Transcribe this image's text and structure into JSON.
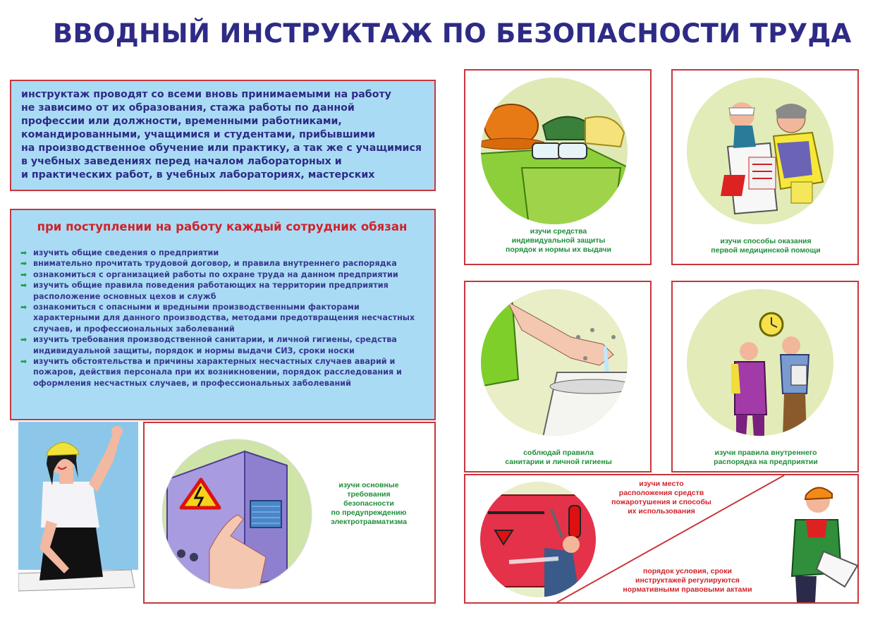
{
  "title": "ВВОДНЫЙ ИНСТРУКТАЖ ПО БЕЗОПАСНОСТИ ТРУДА",
  "intro_lines": [
    "инструктаж проводят со всеми вновь принимаемыми на работу",
    "не зависимо от их образования, стажа работы по данной",
    "профессии или должности, временными работниками,",
    "командированными, учащимися и студентами, прибывшими",
    "на производственное обучение или практику, а так же с учащимися",
    "в учебных заведениях перед началом лабораторных и",
    "и практических работ, в учебных лабораториях, мастерских"
  ],
  "duties": {
    "heading": "при поступлении на работу каждый сотрудник обязан",
    "bullet_icon": "green-arrow-icon",
    "items": [
      "изучить общие сведения о предприятии",
      "внимательно прочитать трудовой договор, и правила внутреннего распорядка",
      "ознакомиться с организацией работы по охране труда на данном предприятии",
      "изучить общие правила поведения работающих на территории предприятия расположение основных цехов и служб",
      "ознакомиться с опасными и вредными производственными факторами характерными для данного производства, методами предотвращения несчастных случаев, и профессиональных заболеваний",
      "изучить требования производственной санитарии,  и личной гигиены, средства индивидуальной защиты, порядок и нормы выдачи СИЗ, сроки носки",
      "изучить обстоятельства и причины характерных несчастных случаев аварий и пожаров, действия персонала при их возникновении, порядок расследования и оформления несчастных случаев, и профессиональных заболеваний"
    ]
  },
  "captions": {
    "ppe": [
      "изучи средства",
      "индивидуальной защиты",
      "порядок и нормы их выдачи"
    ],
    "first_aid": [
      "изучи способы оказания",
      "первой медицинской помощи"
    ],
    "electric": [
      "изучи основные",
      "требования",
      "безопасности",
      "по предупреждению",
      "электротравматизма"
    ],
    "hygiene": [
      "соблюдай правила",
      "санитарии и личной гигиены"
    ],
    "rules": [
      "изучи правила внутреннего",
      "распорядка на предприятии"
    ],
    "fire": [
      "изучи место",
      "расположения средств",
      "пожаротушения и способы",
      "их использования"
    ],
    "order": [
      "порядок условия, сроки",
      "инструктажей регулируются",
      "нормативными правовыми актами"
    ]
  },
  "colors": {
    "title": "#2e2b86",
    "border": "#c8363c",
    "panel_blue": "#a9dcf4",
    "heading_red": "#d0232a",
    "caption_green": "#1f8e3a"
  }
}
